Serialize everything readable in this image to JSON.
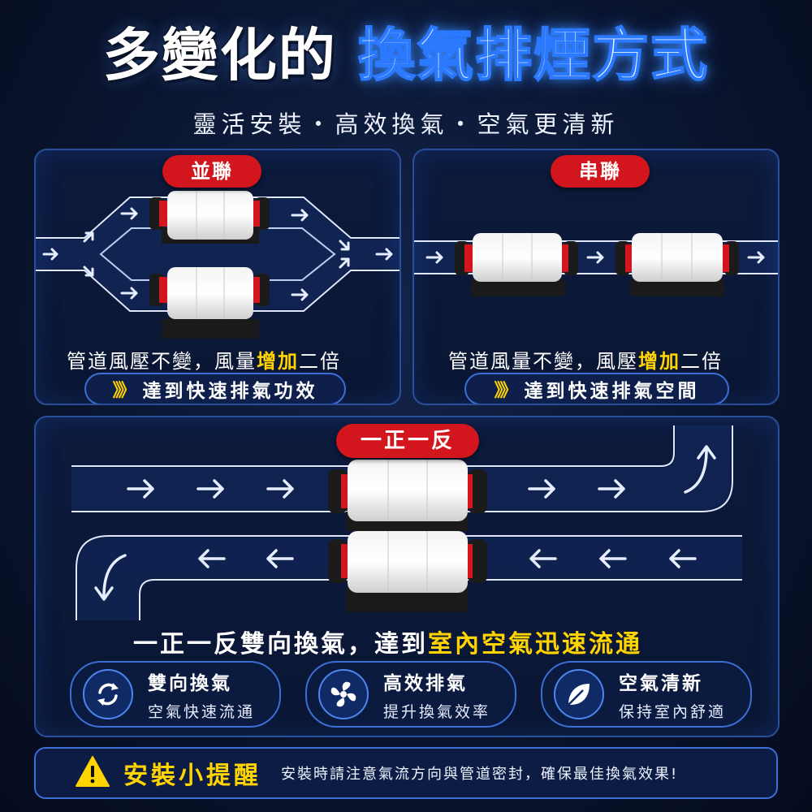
{
  "header": {
    "title_white": "多變化的",
    "title_blue": "換氣排煙方式",
    "subtitle": "靈活安裝・高效換氣・空氣更清新"
  },
  "parallel": {
    "badge": "並聯",
    "note_a": "管道風壓不變，風量",
    "note_hl": "增加",
    "note_b": "二倍",
    "chevrons": "》》",
    "effect": "達到快速排氣功效"
  },
  "series": {
    "badge": "串聯",
    "note_a": "管道風量不變，風壓",
    "note_hl": "增加",
    "note_b": "二倍",
    "chevrons": "》》",
    "effect": "達到快速排氣空間"
  },
  "reverse": {
    "badge": "一正一反",
    "line_a": "一正一反雙向換氣，達到",
    "line_hl": "室內空氣迅速流通"
  },
  "features": [
    {
      "icon": "refresh-icon",
      "title": "雙向換氣",
      "desc": "空氣快速流通"
    },
    {
      "icon": "fan-icon",
      "title": "高效排氣",
      "desc": "提升換氣效率"
    },
    {
      "icon": "leaf-icon",
      "title": "空氣清新",
      "desc": "保持室內舒適"
    }
  ],
  "tip": {
    "icon": "warning-icon",
    "title": "安裝小提醒",
    "text": "安裝時請注意氣流方向與管道密封，確保最佳換氣效果!"
  },
  "colors": {
    "accent_red": "#d3161d",
    "accent_yellow": "#ffd400",
    "accent_blue": "#2a79ff",
    "arrow": "#cfe0ff"
  }
}
